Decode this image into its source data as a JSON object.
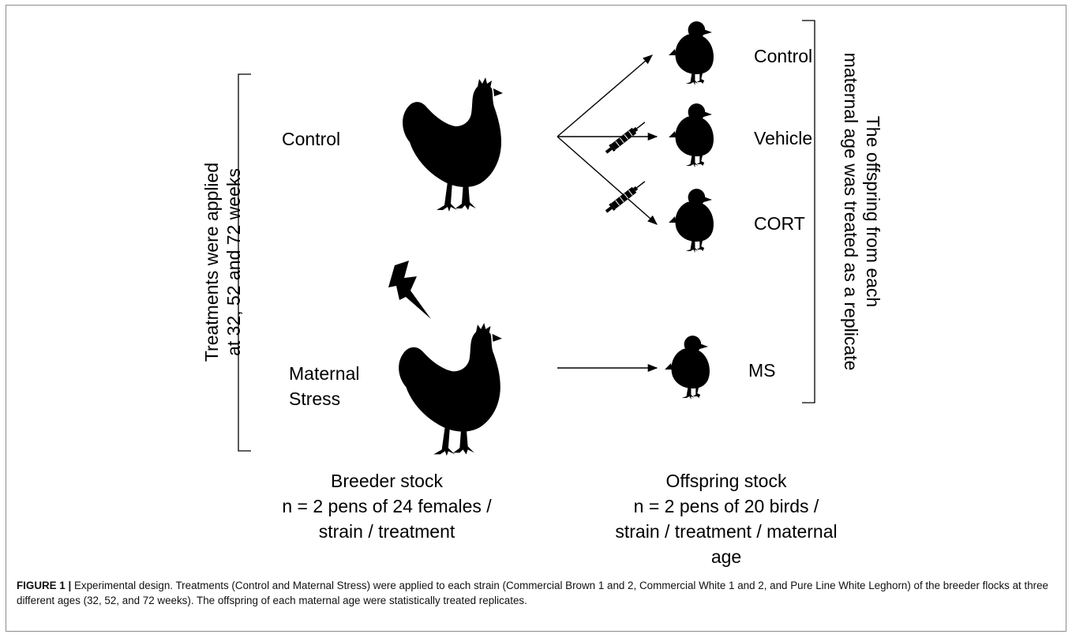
{
  "figure": {
    "left_bracket_text": [
      "Treatments were applied",
      "at 32, 52 and 72 weeks"
    ],
    "right_bracket_text": [
      "The offspring from each",
      "maternal age was treated as a replicate"
    ],
    "breeder": {
      "control_label": "Control",
      "stress_label_line1": "Maternal",
      "stress_label_line2": "Stress",
      "stock_title": "Breeder stock",
      "stock_line1": "n = 2 pens of 24 females /",
      "stock_line2": "strain / treatment"
    },
    "offspring": {
      "groups": [
        "Control",
        "Vehicle",
        "CORT",
        "MS"
      ],
      "stock_title": "Offspring stock",
      "stock_line1": "n = 2 pens of 20 birds /",
      "stock_line2": "strain / treatment / maternal",
      "stock_line3": "age"
    },
    "icons": [
      "hen-icon",
      "chick-icon",
      "syringe-icon",
      "lightning-bolt-icon",
      "arrow-icon"
    ]
  },
  "caption": {
    "label": "FIGURE 1 |",
    "text": "Experimental design. Treatments (Control and Maternal Stress) were applied to each strain (Commercial Brown 1 and 2, Commercial White 1 and 2, and Pure Line White Leghorn) of the breeder flocks at three different ages (32, 52, and 72 weeks). The offspring of each maternal age were statistically treated replicates."
  }
}
